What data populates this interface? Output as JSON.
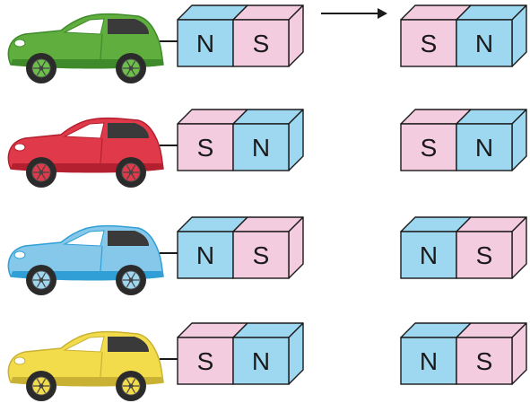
{
  "colors": {
    "north": "#9ed8f0",
    "south": "#f3cce0",
    "outline": "#1a1a1a",
    "text": "#1a1a1a",
    "tire": "#2b2b2b",
    "window": "#ffffff",
    "window_dark": "#3a3a3a"
  },
  "direction_arrow_icon": "right-arrow-icon",
  "rows": [
    {
      "car": {
        "name": "green-car-icon",
        "body": "#5fae3e",
        "body_dark": "#3f8a2a",
        "rim": "#6cc04a"
      },
      "car_magnet": [
        "N",
        "S"
      ],
      "target_magnet": [
        "S",
        "N"
      ]
    },
    {
      "car": {
        "name": "red-car-icon",
        "body": "#e03a4a",
        "body_dark": "#b4202f",
        "rim": "#e03a4a"
      },
      "car_magnet": [
        "S",
        "N"
      ],
      "target_magnet": [
        "S",
        "N"
      ]
    },
    {
      "car": {
        "name": "blue-car-icon",
        "body": "#86c8ea",
        "body_dark": "#2f9fd6",
        "rim": "#9fd6f0"
      },
      "car_magnet": [
        "N",
        "S"
      ],
      "target_magnet": [
        "N",
        "S"
      ]
    },
    {
      "car": {
        "name": "yellow-car-icon",
        "body": "#f2dc4c",
        "body_dark": "#c9b233",
        "rim": "#f2dc4c"
      },
      "car_magnet": [
        "S",
        "N"
      ],
      "target_magnet": [
        "N",
        "S"
      ]
    }
  ]
}
